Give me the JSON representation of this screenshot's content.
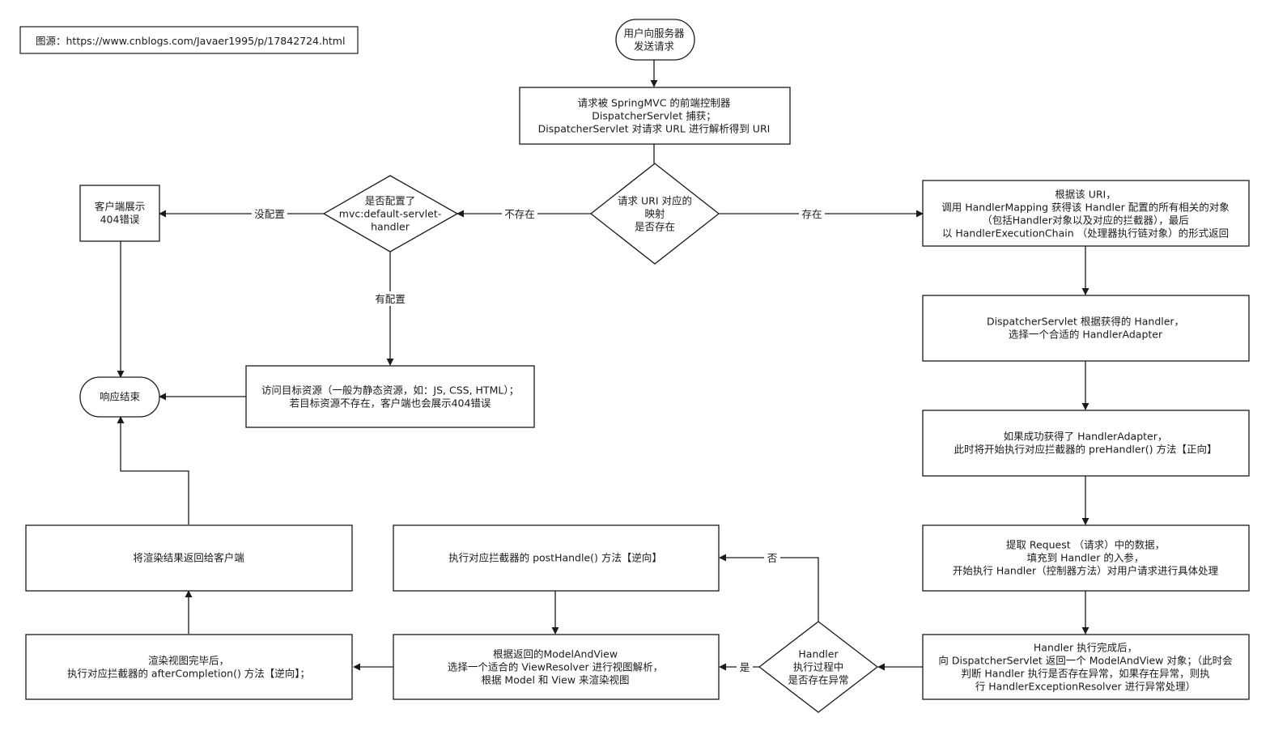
{
  "source_note": "图源：https://www.cnblogs.com/Javaer1995/p/17842724.html",
  "nodes": {
    "start": [
      "用户向服务器",
      "发送请求"
    ],
    "capture": [
      "请求被 SpringMVC 的前端控制器",
      "DispatcherServlet 捕获；",
      "DispatcherServlet 对请求 URL 进行解析得到 URI"
    ],
    "uri_exists": [
      "请求 URI 对应的",
      "映射",
      "是否存在"
    ],
    "default_servlet": [
      "是否配置了",
      "mvc:default-servlet-",
      "handler"
    ],
    "client_404": [
      "客户端展示",
      "404错误"
    ],
    "static_resource": [
      "访问目标资源（一般为静态资源，如：JS, CSS, HTML）；",
      "若目标资源不存在，客户端也会展示404错误"
    ],
    "response_end": [
      "响应结束"
    ],
    "handler_mapping": [
      "根据该 URI，",
      "调用 HandlerMapping 获得该 Handler 配置的所有相关的对象",
      "（包括Handler对象以及对应的拦截器），最后",
      "以 HandlerExecutionChain （处理器执行链对象）的形式返回"
    ],
    "handler_adapter": [
      "DispatcherServlet 根据获得的 Handler，",
      "选择一个合适的 HandlerAdapter"
    ],
    "pre_handler": [
      "如果成功获得了 HandlerAdapter，",
      "此时将开始执行对应拦截器的 preHandler() 方法【正向】"
    ],
    "extract_request": [
      "提取 Request （请求）中的数据，",
      "填充到 Handler 的入参，",
      "开始执行 Handler（控制器方法）对用户请求进行具体处理"
    ],
    "handler_done": [
      "Handler 执行完成后，",
      "向 DispatcherServlet 返回一个 ModelAndView 对象；（此时会",
      "判断 Handler 执行是否存在异常，如果存在异常，则执",
      "行 HandlerExceptionResolver 进行异常处理）"
    ],
    "exception_check": [
      "Handler",
      "执行过程中",
      "是否存在异常"
    ],
    "post_handle": [
      "执行对应拦截器的 postHandle() 方法【逆向】"
    ],
    "view_resolver": [
      "根据返回的ModelAndView",
      "选择一个适合的 ViewResolver 进行视图解析，",
      "根据 Model 和 View 来渲染视图"
    ],
    "after_completion": [
      "渲染视图完毕后，",
      "执行对应拦截器的 afterCompletion() 方法【逆向】；"
    ],
    "return_render": [
      "将渲染结果返回给客户端"
    ]
  },
  "edge_labels": {
    "exists": "存在",
    "not_exists": "不存在",
    "not_configured": "没配置",
    "configured": "有配置",
    "no": "否",
    "yes": "是"
  }
}
